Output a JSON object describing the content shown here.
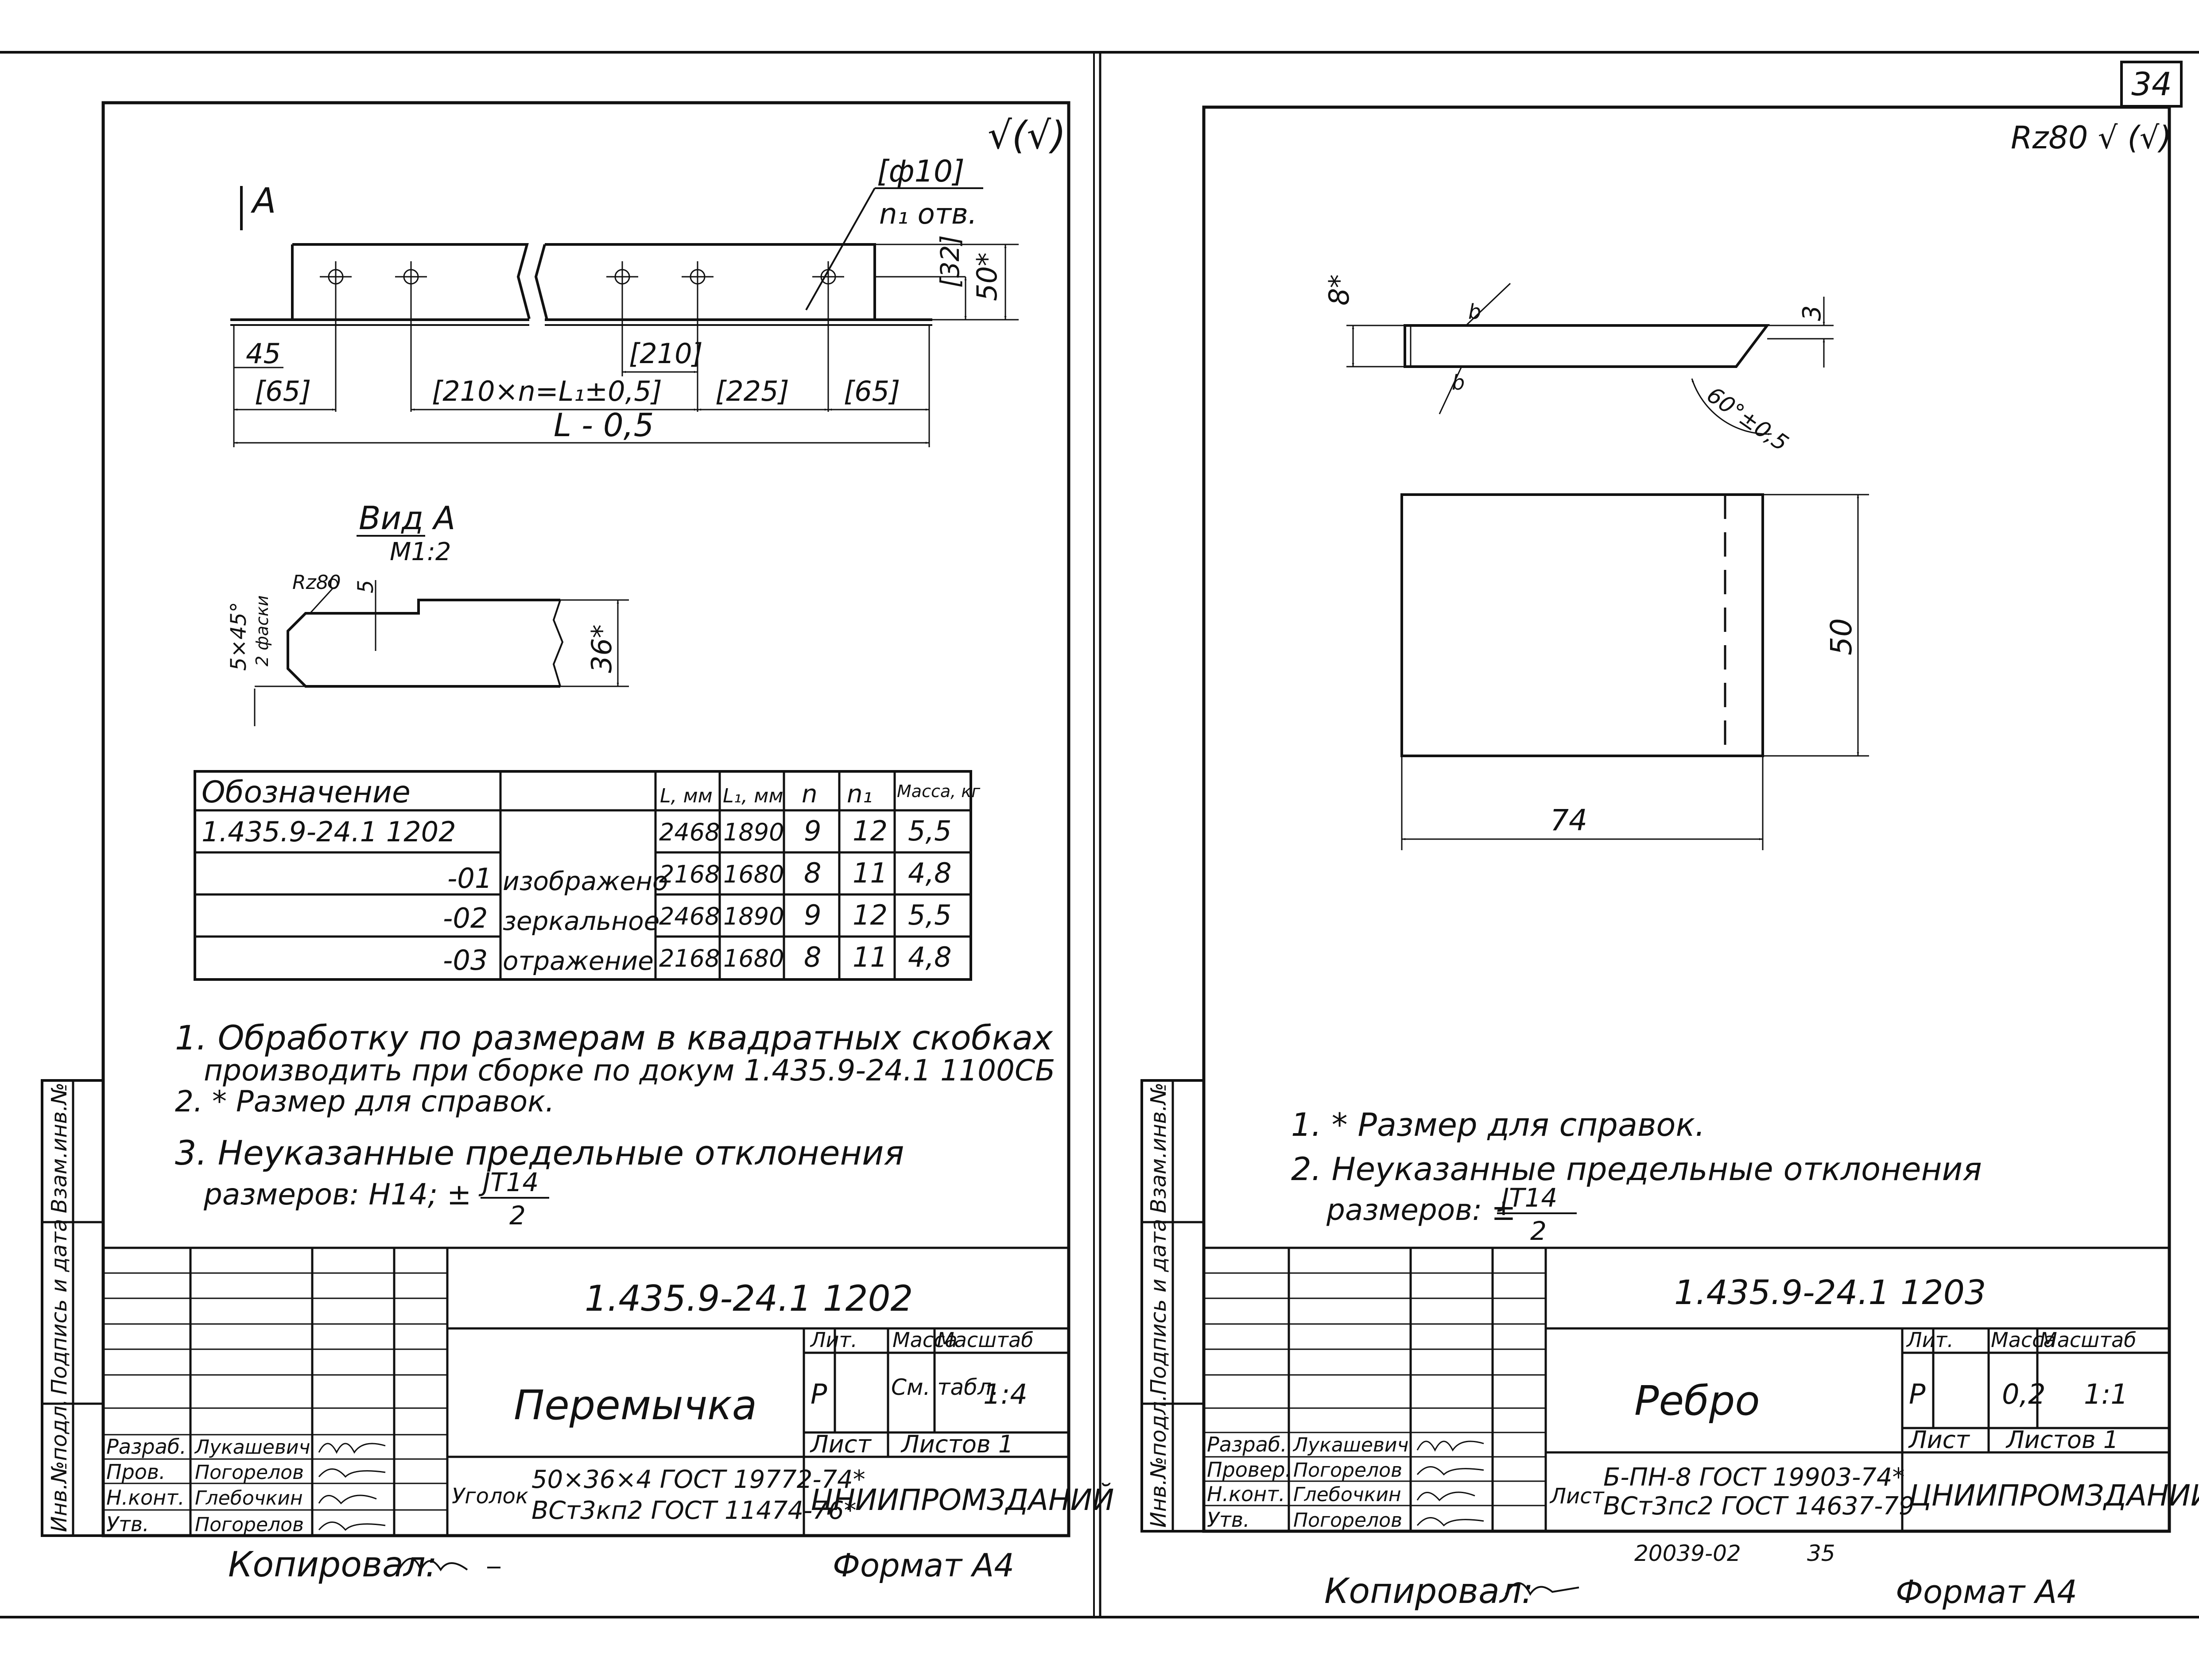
{
  "page_number": "34",
  "footer_center": {
    "code": "20039-02",
    "page": "35"
  },
  "left": {
    "surface_mark": "√(√)",
    "view_arrow": "A",
    "holes_note": {
      "dia": "[ф10]",
      "count": "n₁ отв."
    },
    "dims": {
      "d45": "45",
      "d65a": "[65]",
      "d210x": "[210×n=L₁±0,5]",
      "d210": "[210]",
      "d225": "[225]",
      "d65b": "[65]",
      "dL": "L - 0,5",
      "d32": "[32]",
      "d50": "50*"
    },
    "view_a": {
      "title": "Вид А",
      "scale": "М1:2",
      "rz": "Rz80",
      "d5": "5",
      "chamfer": "5×45°",
      "chamfer_sub": "2 фаски",
      "d36": "36*"
    },
    "table": {
      "headers": [
        "Обозначение",
        "",
        "L, мм",
        "L₁, мм",
        "n",
        "n₁",
        "Масса, кг"
      ],
      "rows": [
        [
          "1.435.9-24.1 1202",
          "",
          "2468",
          "1890",
          "9",
          "12",
          "5,5"
        ],
        [
          "-01",
          "изображено",
          "2168",
          "1680",
          "8",
          "11",
          "4,8"
        ],
        [
          "-02",
          "зеркальное",
          "2468",
          "1890",
          "9",
          "12",
          "5,5"
        ],
        [
          "-03",
          "отражение",
          "2168",
          "1680",
          "8",
          "11",
          "4,8"
        ]
      ]
    },
    "notes": [
      "1. Обработку по размерам в квадратных скобках",
      "производить при сборке по докум 1.435.9-24.1 1100СБ",
      "2. * Размер для справок.",
      "3. Неуказанные предельные отклонения",
      "размеров: Н14; ±",
      "JT14",
      "2"
    ],
    "side_labels": [
      "Взам.инв.№",
      "Подпись и дата",
      "Инв.№подл."
    ],
    "title_block": {
      "code": "1.435.9-24.1  1202",
      "name": "Перемычка",
      "lit_head": "Лит.",
      "mass_head": "Масса",
      "scale_head": "Масштаб",
      "lit": "Р",
      "mass": "См. табл.",
      "scale": "1:4",
      "sheet_label": "Лист",
      "sheets_label": "Листов 1",
      "material_prefix": "Уголок",
      "material_1": "50×36×4 ГОСТ 19772-74*",
      "material_2": "ВСт3кп2 ГОСТ 11474-76*",
      "org": "ЦНИИПРОМЗДАНИЙ",
      "roles": [
        "Разраб.",
        "Пров.",
        "Н.конт.",
        "Утв."
      ],
      "names": [
        "Лукашевич",
        "Погорелов",
        "Глебочкин",
        "Погорелов"
      ]
    },
    "copied": "Копировал:",
    "format": "Формат А4"
  },
  "right": {
    "surface_mark": "Rz80 √ (√)",
    "dims": {
      "d8": "8*",
      "d3": "3",
      "angle": "60°±0,5",
      "d50": "50",
      "d74": "74"
    },
    "notes": [
      "1. * Размер для справок.",
      "2. Неуказанные предельные отклонения",
      "размеров: ±",
      "JT14",
      "2"
    ],
    "side_labels": [
      "Взам.инв.№",
      "Подпись и дата",
      "Инв.№подл."
    ],
    "title_block": {
      "code": "1.435.9-24.1  1203",
      "name": "Ребро",
      "lit_head": "Лит.",
      "mass_head": "Масса",
      "scale_head": "Масштаб",
      "lit": "Р",
      "mass": "0,2",
      "scale": "1:1",
      "sheet_label": "Лист",
      "sheets_label": "Листов 1",
      "material_prefix": "Лист",
      "material_1": "Б-ПН-8 ГОСТ 19903-74*",
      "material_2": "ВСт3пс2 ГОСТ 14637-79",
      "org": "ЦНИИПРОМЗДАНИЙ",
      "roles": [
        "Разраб.",
        "Провер.",
        "Н.конт.",
        "Утв."
      ],
      "names": [
        "Лукашевич",
        "Погорелов",
        "Глебочкин",
        "Погорелов"
      ]
    },
    "copied": "Копировал:",
    "format": "Формат А4"
  }
}
